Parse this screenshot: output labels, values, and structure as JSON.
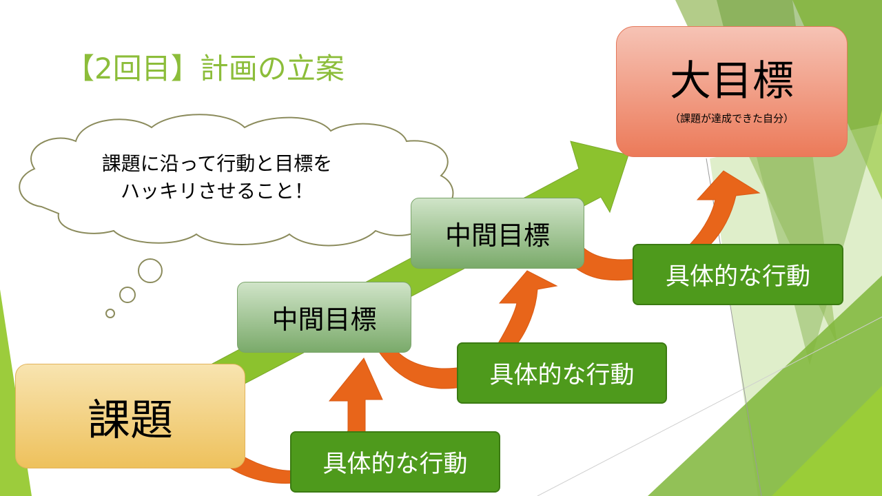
{
  "slide": {
    "title": "【2回目】計画の立案",
    "issue_label": "課題",
    "goal_label": "大目標",
    "goal_sub": "（課題が達成できた自分）",
    "intermediate_goals": [
      "中間目標",
      "中間目標"
    ],
    "actions": [
      "具体的な行動",
      "具体的な行動",
      "具体的な行動"
    ],
    "cloud_lines": [
      "課題に沿って行動と目標を",
      "ハッキリさせること！"
    ]
  },
  "colors": {
    "title": "#8cbd3a",
    "main_arrow": "#8cc22e",
    "curved_arrows": "#e8651a",
    "action_boxes": "#4e9a1c",
    "intermediate_goal": "#8fbb7e",
    "issue_box": "#f0c866",
    "goal_box": "#ee8a6a",
    "cloud_outline": "#8b8b5c"
  }
}
